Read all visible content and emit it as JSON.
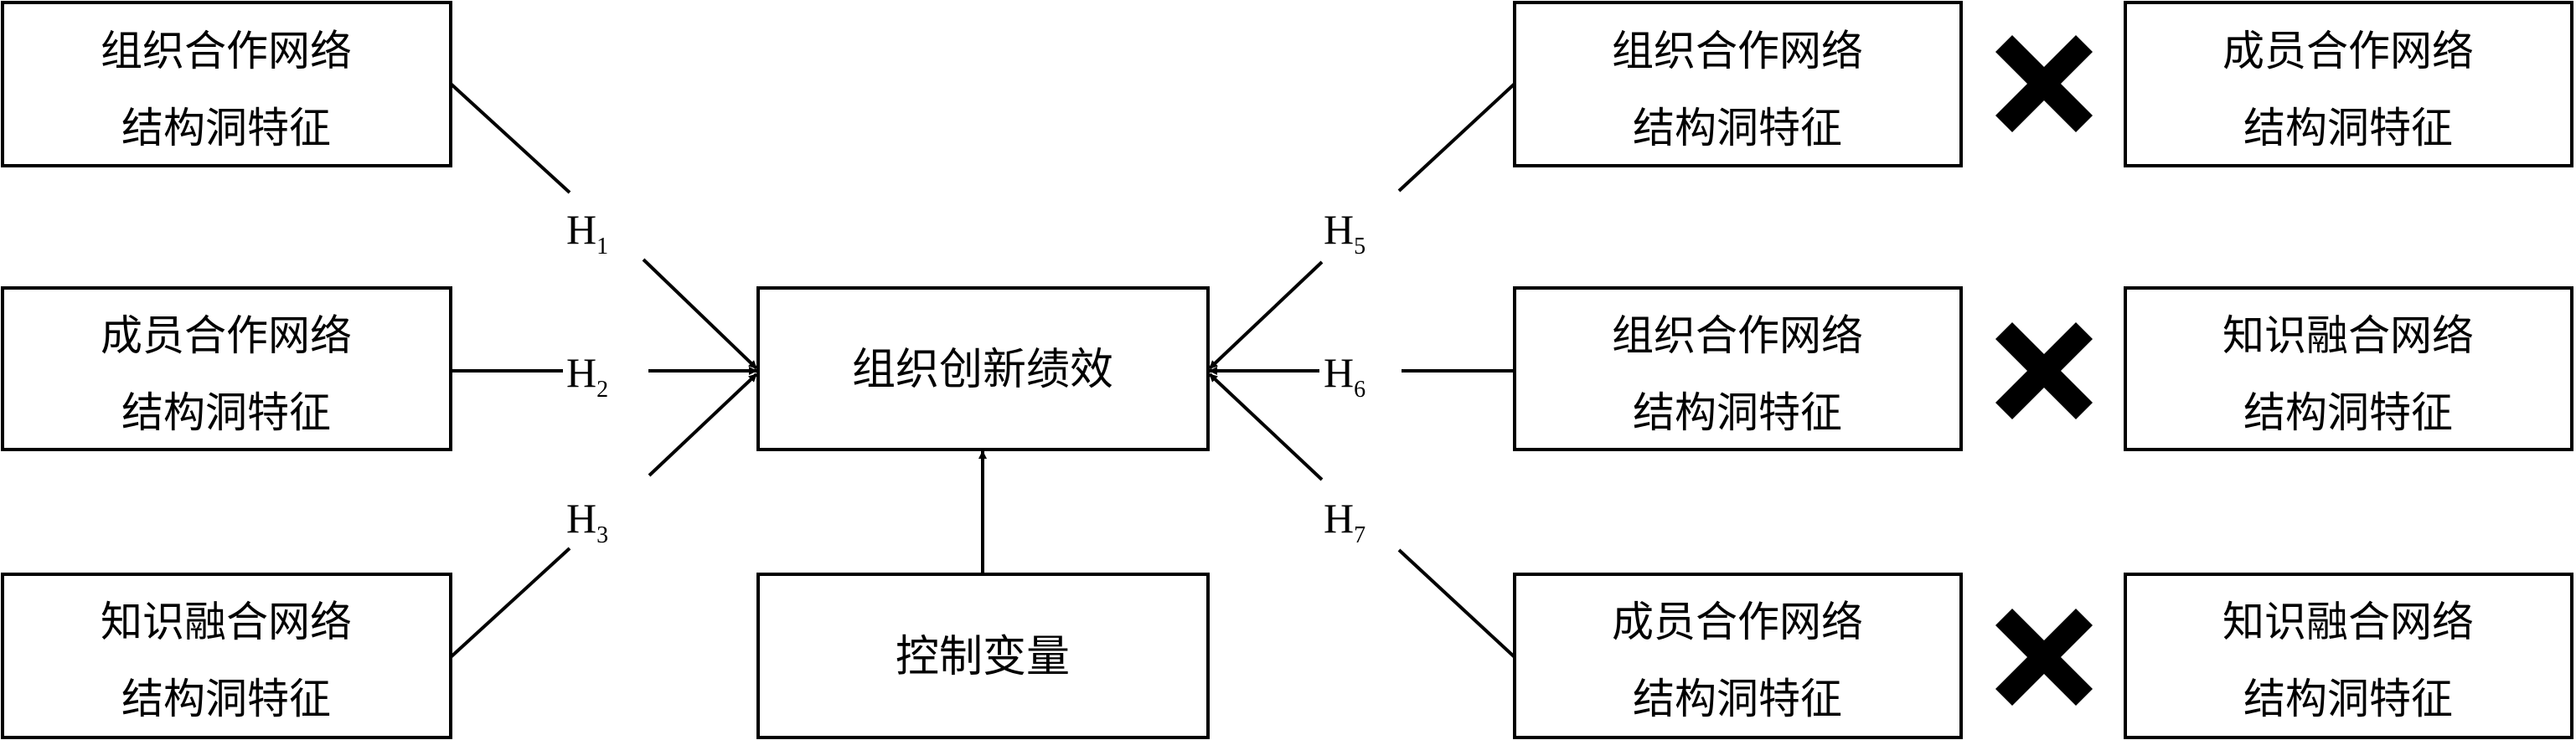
{
  "left_boxes": [
    {
      "line1": "组织合作网络",
      "line2": "结构洞特征"
    },
    {
      "line1": "成员合作网络",
      "line2": "结构洞特征"
    },
    {
      "line1": "知识融合网络",
      "line2": "结构洞特征"
    }
  ],
  "center_box": {
    "label": "组织创新绩效"
  },
  "control_box": {
    "label": "控制变量"
  },
  "hypotheses": [
    {
      "base": "H",
      "sub": "1"
    },
    {
      "base": "H",
      "sub": "2"
    },
    {
      "base": "H",
      "sub": "3"
    },
    {
      "base": "H",
      "sub": "5"
    },
    {
      "base": "H",
      "sub": "6"
    },
    {
      "base": "H",
      "sub": "7"
    }
  ],
  "right_pairs": [
    {
      "left": {
        "line1": "组织合作网络",
        "line2": "结构洞特征"
      },
      "right": {
        "line1": "成员合作网络",
        "line2": "结构洞特征"
      },
      "operator_icon": "cross-icon"
    },
    {
      "left": {
        "line1": "组织合作网络",
        "line2": "结构洞特征"
      },
      "right": {
        "line1": "知识融合网络",
        "line2": "结构洞特征"
      },
      "operator_icon": "cross-icon"
    },
    {
      "left": {
        "line1": "成员合作网络",
        "line2": "结构洞特征"
      },
      "right": {
        "line1": "知识融合网络",
        "line2": "结构洞特征"
      },
      "operator_icon": "cross-icon"
    }
  ]
}
